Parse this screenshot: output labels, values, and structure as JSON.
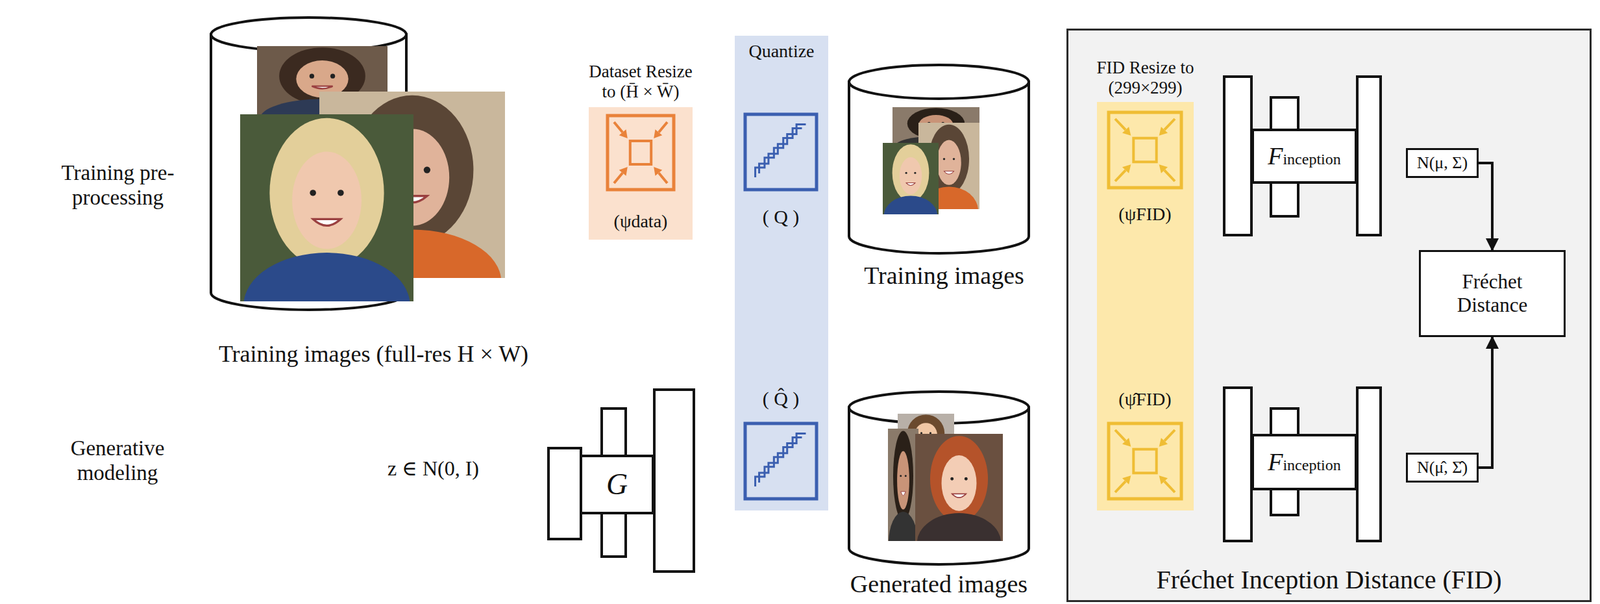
{
  "diagram": {
    "nodes": [
      {
        "text": [
          "Training images (full-res H × W)"
        ]
      },
      {
        "text": [
          "Dataset Resize to (H̄ × W̄)",
          "(ψdata)"
        ]
      },
      {
        "text": [
          "Quantize"
        ]
      },
      {
        "text": [
          "( Q )"
        ],
        "in": 2
      },
      {
        "text": [
          "( Q̂ )"
        ],
        "in": 2
      },
      {
        "text": [
          "Training images"
        ]
      },
      {
        "text": [
          "G"
        ]
      },
      {
        "text": [
          "Generated images"
        ]
      },
      {
        "text": [
          "Fréchet Inception Distance (FID)"
        ]
      },
      {
        "text": [
          "FID Resize to (299×299)"
        ],
        "in": 8
      },
      {
        "text": [
          "(ψFID)"
        ],
        "in": 9
      },
      {
        "text": [
          "(ψ̂FID)"
        ],
        "in": 9
      },
      {
        "text": [
          "Finception"
        ],
        "in": 8
      },
      {
        "text": [
          "Finception"
        ],
        "in": 8
      },
      {
        "text": [
          "N(μ, Σ)"
        ],
        "in": 8
      },
      {
        "text": [
          "N(μ̂, Σ̂)"
        ],
        "in": 8
      },
      {
        "text": [
          "Fréchet Distance"
        ],
        "in": 8
      }
    ],
    "edges": [
      {
        "from": 14,
        "to": 16,
        "arrow": "to"
      },
      {
        "from": 15,
        "to": 16,
        "arrow": "to"
      }
    ],
    "labels": [
      "Training pre-processing",
      "Generative modeling",
      "z ∈ N(0, I)"
    ]
  }
}
